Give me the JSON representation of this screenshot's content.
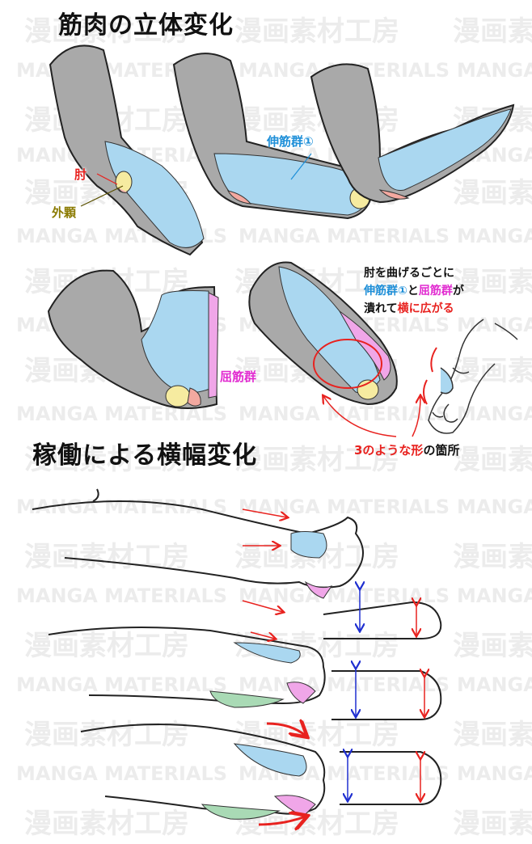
{
  "watermark": {
    "kanji": "漫画素材工房",
    "latin": "MANGA MATERIALS"
  },
  "section1": {
    "title": "筋肉の立体変化",
    "labels": {
      "elbow": "肘",
      "lateral_epicondyle": "外顆",
      "extensor_group": "伸筋群①",
      "flexor_group": "屈筋群"
    },
    "note": {
      "line1": "肘を曲げるごとに",
      "line2_a": "伸筋群①",
      "line2_b": "と",
      "line2_c": "屈筋群",
      "line2_d": "が",
      "line3_a": "潰れて",
      "line3_b": "横に広がる"
    },
    "shape_caption_a": "3のような形",
    "shape_caption_b": "の箇所"
  },
  "section2": {
    "title": "稼働による横幅変化"
  },
  "colors": {
    "extensor": "#aad7f0",
    "flexor": "#f0a6e8",
    "epicondyle": "#f6eba0",
    "arm_gray": "#a9a9a9",
    "green": "#a9dab5",
    "red_arrow": "#e8221f",
    "blue_arrow": "#1f2fd0",
    "label_red": "#e8221f",
    "label_olive": "#8a7a00",
    "label_blue": "#1e8fd8",
    "label_magenta": "#e12bd0"
  }
}
